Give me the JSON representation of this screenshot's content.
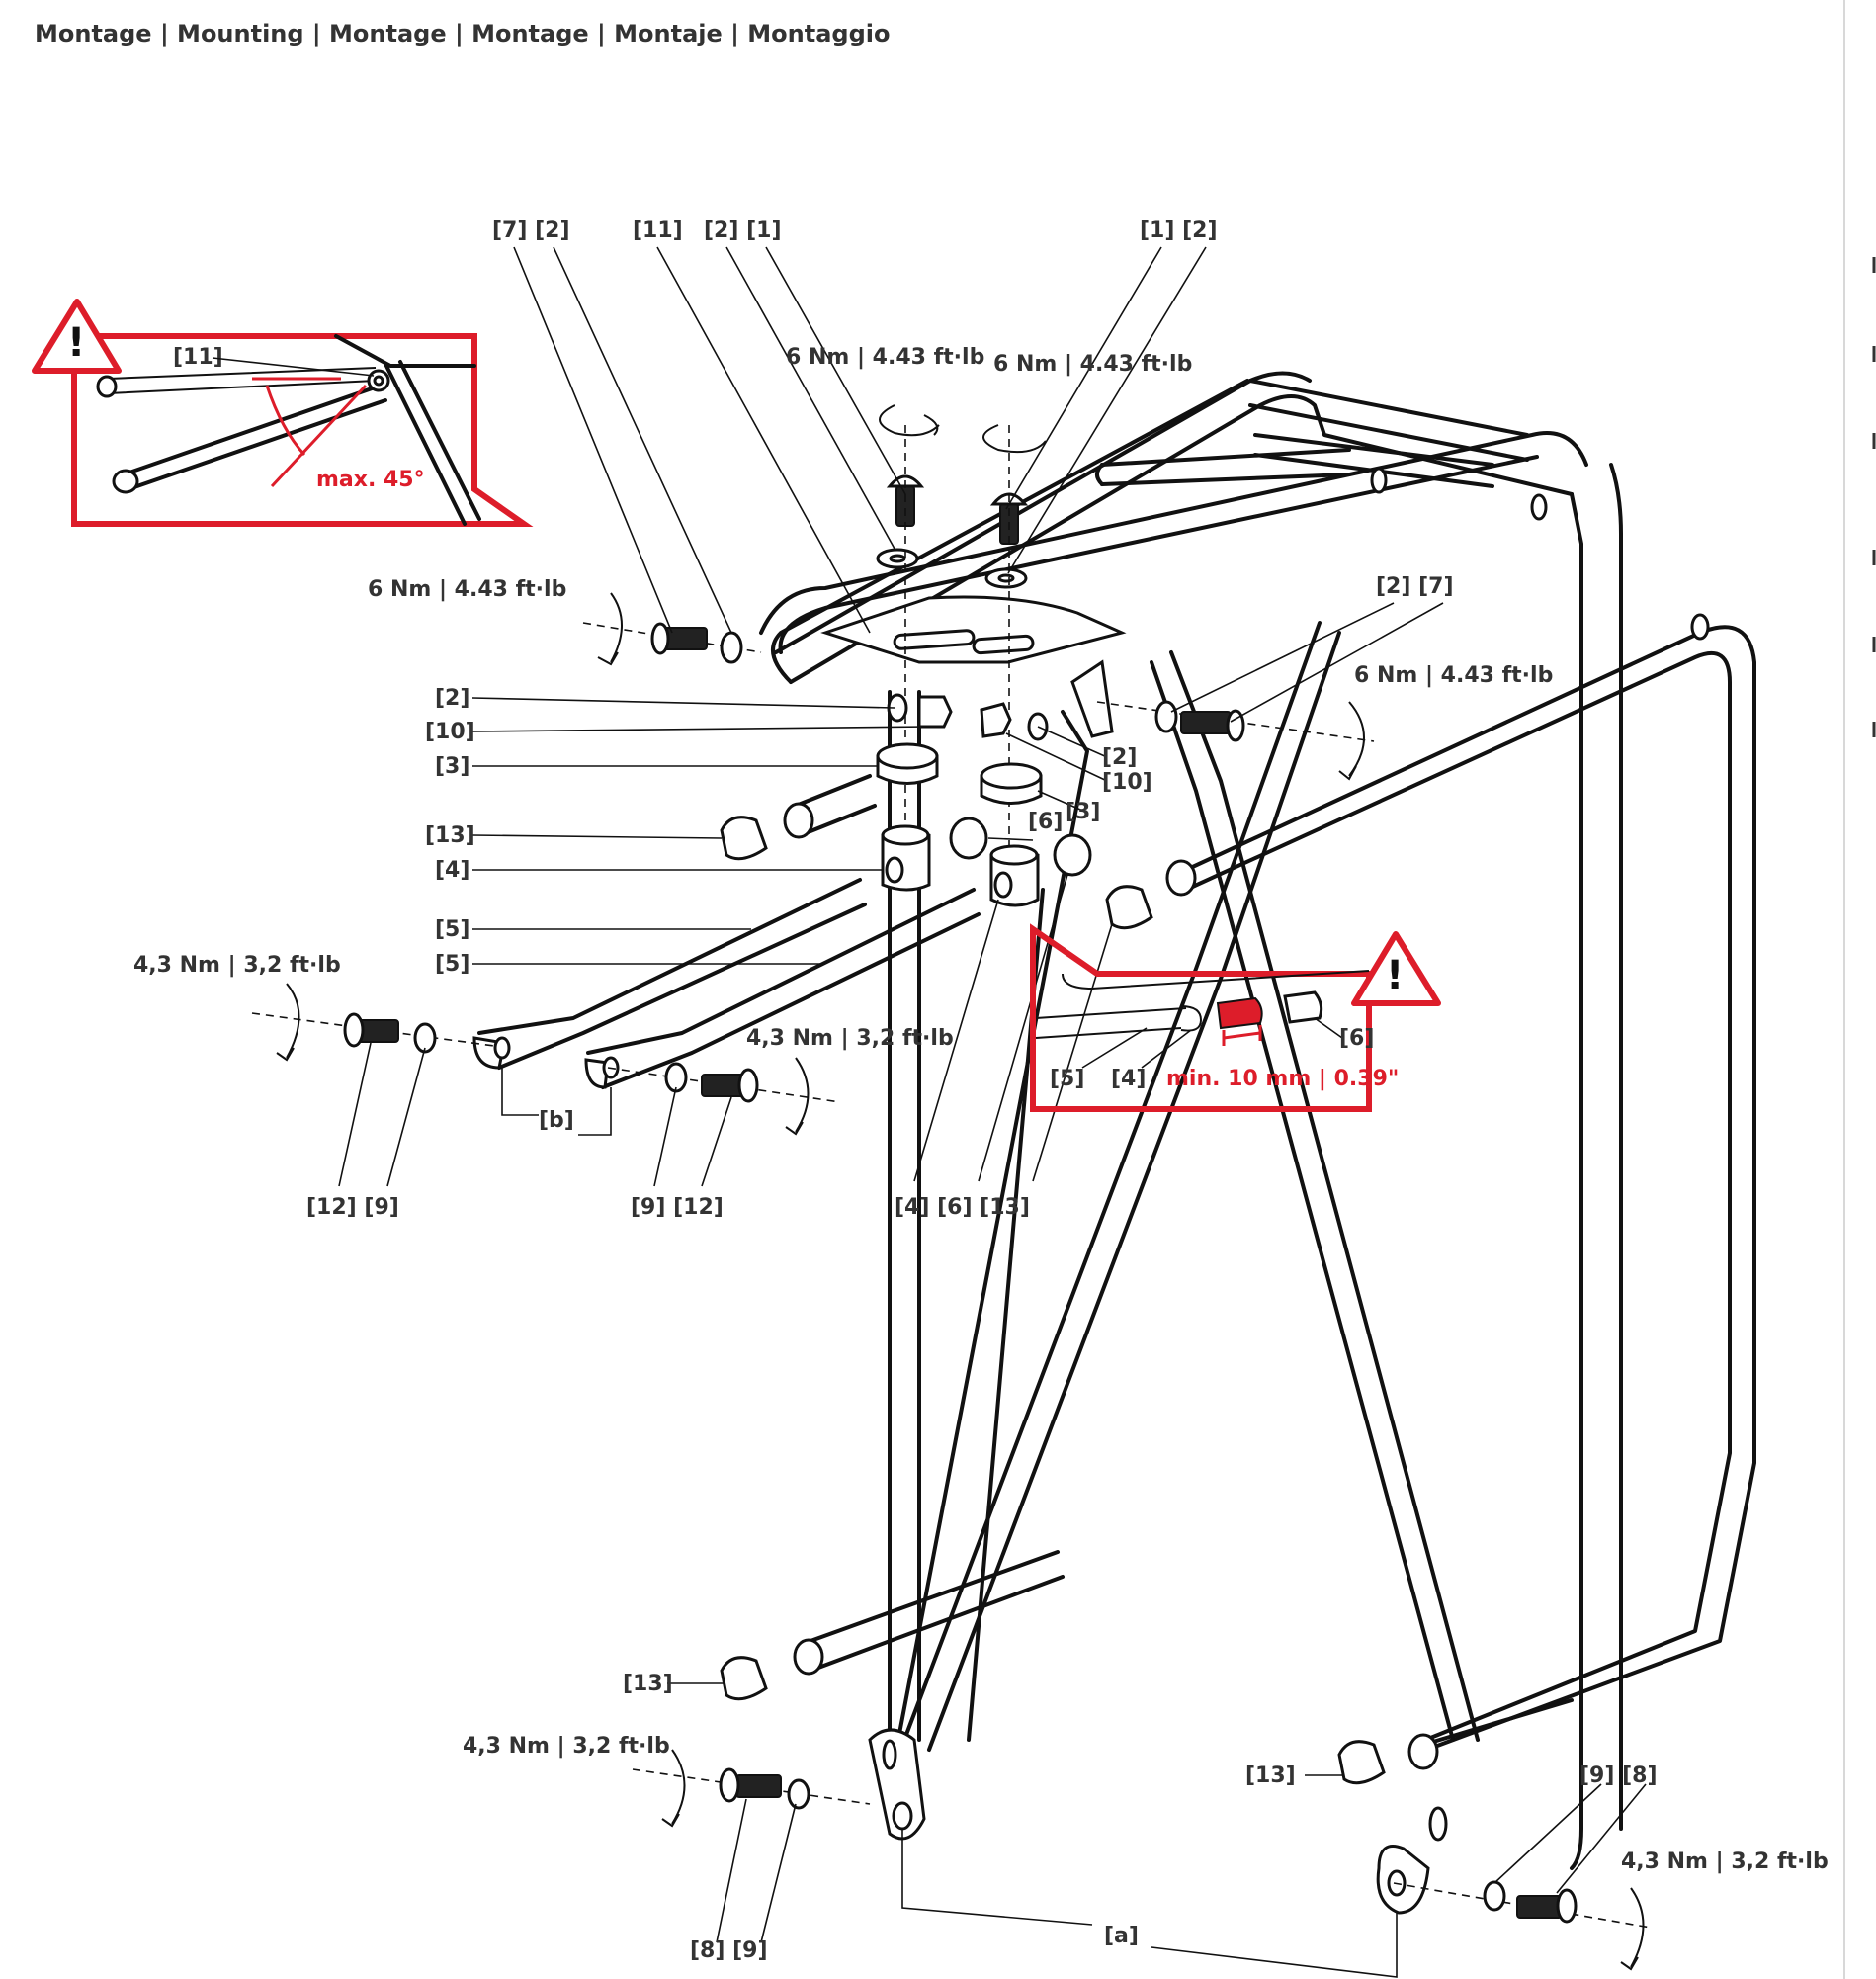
{
  "header": {
    "title": "Montage | Mounting | Montage | Montage | Montaje | Montaggio"
  },
  "torque": {
    "t6_top_left": "6 Nm | 4.43 ft·lb",
    "t6_top_right": "6 Nm | 4.43 ft·lb",
    "t6_left": "6 Nm | 4.43 ft·lb",
    "t6_right": "6 Nm | 4.43 ft·lb",
    "t43_left": "4,3 Nm | 3,2 ft·lb",
    "t43_mid": "4,3 Nm | 3,2 ft·lb",
    "t43_bottom_left": "4,3 Nm | 3,2 ft·lb",
    "t43_bottom_right": "4,3 Nm | 3,2 ft·lb"
  },
  "warnings": {
    "angle_label": "max. 45°",
    "angle_part": "[11]",
    "insert_label": "min. 10 mm | 0.39\"",
    "insert_parts": [
      "[5]",
      "[4]",
      "[6]"
    ],
    "symbol": "!"
  },
  "labels": {
    "top_7_2": "[7] [2]",
    "top_11": "[11]",
    "top_2_1": "[2] [1]",
    "top_1_2": "[1] [2]",
    "right_2_7": "[2] [7]",
    "l_2": "[2]",
    "l_10": "[10]",
    "l_3": "[3]",
    "l_13": "[13]",
    "l_4": "[4]",
    "l_5a": "[5]",
    "l_5b": "[5]",
    "r_2": "[2]",
    "r_10": "[10]",
    "r_3": "[3]",
    "r_6": "[6]",
    "b_bracket": "[b]",
    "bl_12_9": "[12] [9]",
    "bm_9_12": "[9] [12]",
    "bm_4_6_13": "[4] [6] [13]",
    "low_13": "[13]",
    "low_right_13": "[13]",
    "low_9_8": "[9] [8]",
    "low_8_9": "[8] [9]",
    "a_bracket": "[a]"
  }
}
